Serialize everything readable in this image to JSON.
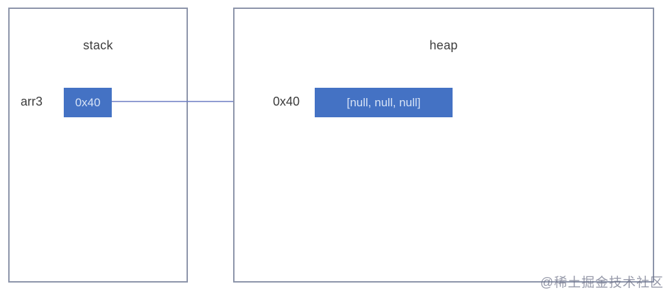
{
  "diagram": {
    "stack": {
      "title": "stack",
      "variable_name": "arr3",
      "pointer_value": "0x40"
    },
    "heap": {
      "title": "heap",
      "address": "0x40",
      "array_value": "[null, null, null]"
    },
    "watermark": "@稀土掘金技术社区",
    "colors": {
      "cell_fill": "#4472c4",
      "cell_text": "#d7e3f6",
      "box_border": "#8b93a9",
      "arrow": "#6b7cc4",
      "label_text": "#3c3c3c",
      "watermark_text": "#6d7288"
    }
  }
}
